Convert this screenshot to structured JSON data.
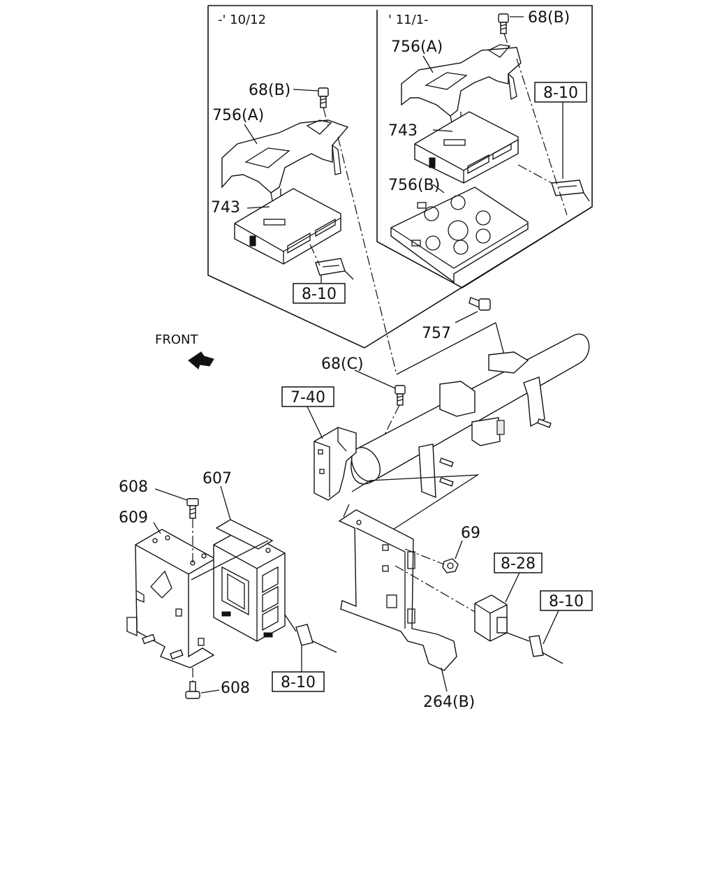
{
  "inset_left": {
    "period": "-' 10/12"
  },
  "inset_right": {
    "period": "' 11/1-"
  },
  "front_label": "FRONT",
  "callouts": {
    "c68b_right": "68(B)",
    "c756a_right": "756(A)",
    "c743_right": "743",
    "c756b_right": "756(B)",
    "c68b_left": "68(B)",
    "c756a_left": "756(A)",
    "c743_left": "743",
    "c757": "757",
    "c68c": "68(C)",
    "c608_top": "608",
    "c607": "607",
    "c609": "609",
    "c69": "69",
    "c608_bottom": "608",
    "c264b": "264(B)"
  },
  "refs": {
    "r810_right": "8-10",
    "r810_left": "8-10",
    "r740": "7-40",
    "r828": "8-28",
    "r810_far_right": "8-10",
    "r810_bottom": "8-10"
  }
}
